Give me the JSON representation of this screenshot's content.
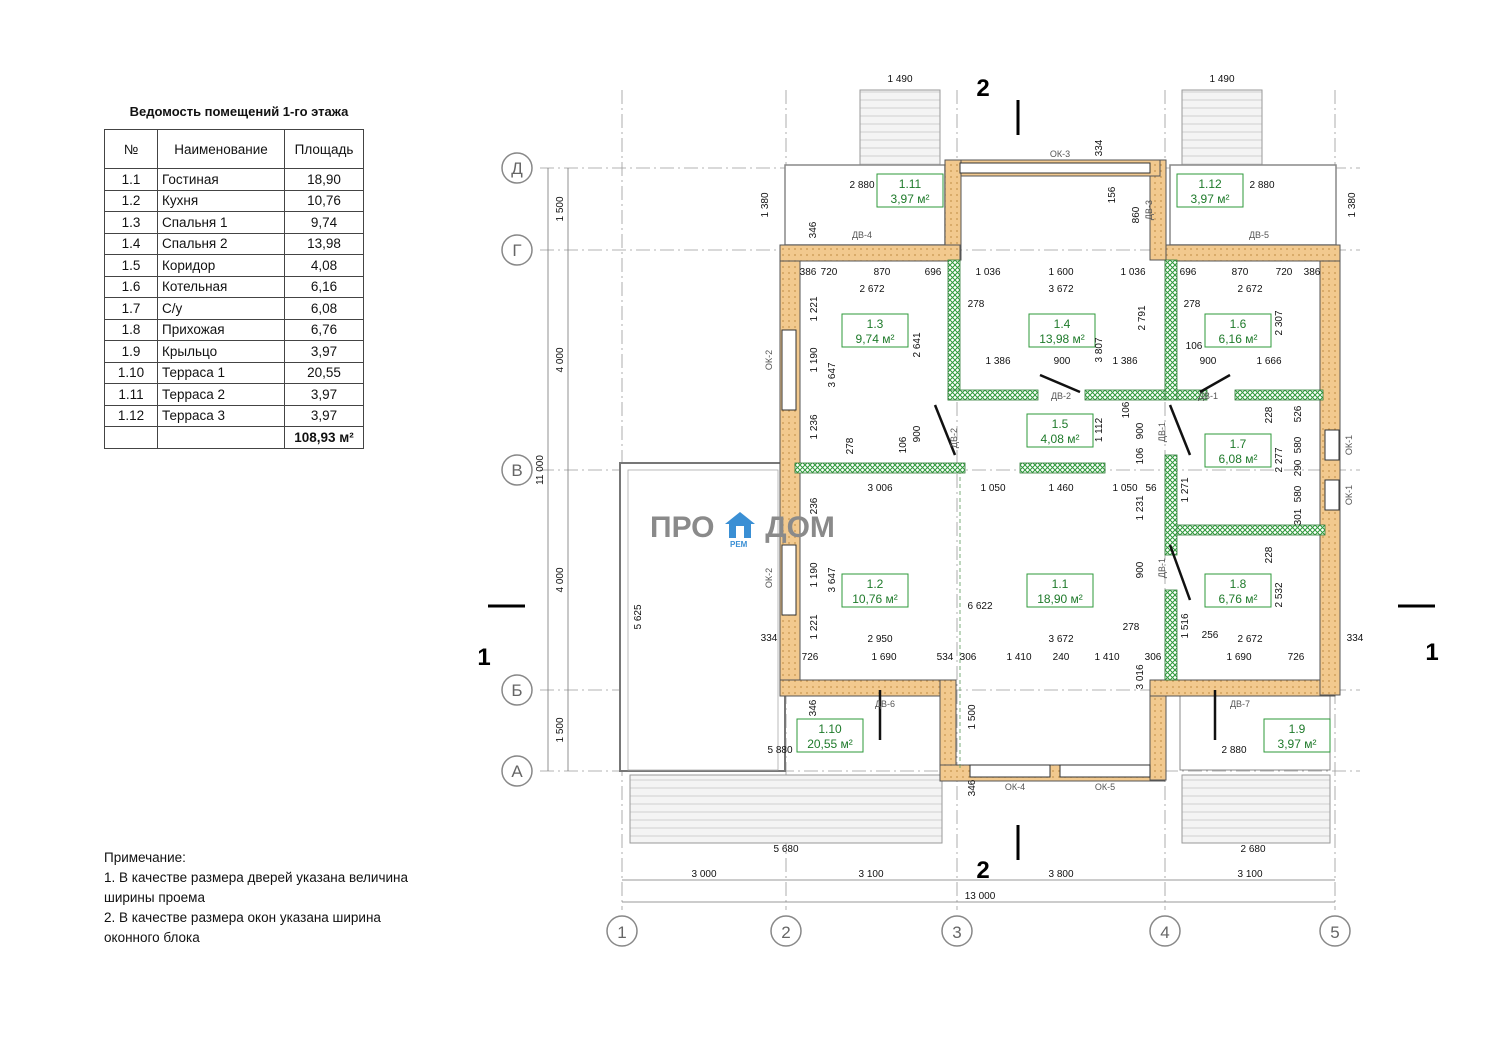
{
  "room_schedule": {
    "title": "Ведомость помещений 1-го этажа",
    "headers": {
      "num": "№",
      "name": "Наименование",
      "area": "Площадь"
    },
    "rows": [
      {
        "num": "1.1",
        "name": "Гостиная",
        "area": "18,90"
      },
      {
        "num": "1.2",
        "name": "Кухня",
        "area": "10,76"
      },
      {
        "num": "1.3",
        "name": "Спальня 1",
        "area": "9,74"
      },
      {
        "num": "1.4",
        "name": "Спальня 2",
        "area": "13,98"
      },
      {
        "num": "1.5",
        "name": "Коридор",
        "area": "4,08"
      },
      {
        "num": "1.6",
        "name": "Котельная",
        "area": "6,16"
      },
      {
        "num": "1.7",
        "name": "С/у",
        "area": "6,08"
      },
      {
        "num": "1.8",
        "name": "Прихожая",
        "area": "6,76"
      },
      {
        "num": "1.9",
        "name": "Крыльцо",
        "area": "3,97"
      },
      {
        "num": "1.10",
        "name": "Терраса 1",
        "area": "20,55"
      },
      {
        "num": "1.11",
        "name": "Терраса 2",
        "area": "3,97"
      },
      {
        "num": "1.12",
        "name": "Терраса 3",
        "area": "3,97"
      }
    ],
    "total": "108,93 м²"
  },
  "notes": {
    "title": "Примечание:",
    "items": [
      "1. В качестве размера дверей указана величина ширины проема",
      "2. В качестве размера окон указана ширина оконного блока"
    ]
  },
  "watermark": {
    "left": "ПРО",
    "right": "ДОМ",
    "sub": "РЕМ"
  },
  "plan": {
    "axes_vertical": [
      "1",
      "2",
      "3",
      "4",
      "5"
    ],
    "axes_horizontal": [
      "Д",
      "Г",
      "В",
      "Б",
      "А"
    ],
    "section_marks": [
      "2",
      "1"
    ],
    "bottom_spans": [
      "3 000",
      "3 100",
      "3 800",
      "3 100"
    ],
    "total_width": "13 000",
    "total_height": "11 000",
    "left_spans": [
      "1 500",
      "4 000",
      "4 000",
      "1 500"
    ],
    "rooms": [
      {
        "id": "1.1",
        "area": "18,90 м²"
      },
      {
        "id": "1.2",
        "area": "10,76 м²"
      },
      {
        "id": "1.3",
        "area": "9,74 м²"
      },
      {
        "id": "1.4",
        "area": "13,98 м²"
      },
      {
        "id": "1.5",
        "area": "4,08 м²"
      },
      {
        "id": "1.6",
        "area": "6,16 м²"
      },
      {
        "id": "1.7",
        "area": "6,08 м²"
      },
      {
        "id": "1.8",
        "area": "6,76 м²"
      },
      {
        "id": "1.9",
        "area": "3,97 м²"
      },
      {
        "id": "1.10",
        "area": "20,55 м²"
      },
      {
        "id": "1.11",
        "area": "3,97 м²"
      },
      {
        "id": "1.12",
        "area": "3,97 м²"
      }
    ],
    "openings": [
      "ОК-3",
      "ОК-2",
      "ОК-2",
      "ОК-1",
      "ОК-1",
      "ОК-4",
      "ОК-5",
      "ДВ-4",
      "ДВ-5",
      "ДВ-3",
      "ДВ-2",
      "ДВ-1",
      "ДВ-1",
      "ДВ-2",
      "ДВ-1",
      "ДВ-6",
      "ДВ-7"
    ],
    "dims": [
      "1 490",
      "1 490",
      "2 880",
      "2 880",
      "1 380",
      "1 380",
      "334",
      "346",
      "386",
      "720",
      "870",
      "696",
      "1 036",
      "1 600",
      "1 036",
      "696",
      "870",
      "720",
      "386",
      "2 672",
      "3 672",
      "2 672",
      "278",
      "278",
      "1 221",
      "1 190",
      "1 236",
      "3 647",
      "2 641",
      "3 807",
      "2 791",
      "2 307",
      "1 386",
      "900",
      "1 386",
      "106",
      "900",
      "1 666",
      "156",
      "860",
      "278",
      "106",
      "900",
      "1 112",
      "106",
      "900",
      "106",
      "228",
      "526",
      "580",
      "290",
      "580",
      "301",
      "2 277",
      "1 271",
      "3 006",
      "1 050",
      "1 460",
      "1 050",
      "56",
      "236",
      "1 190",
      "3 647",
      "1 221",
      "1 231",
      "900",
      "228",
      "2 532",
      "6 622",
      "278",
      "1 516",
      "256",
      "2 950",
      "3 672",
      "2 672",
      "334",
      "334",
      "726",
      "1 690",
      "534",
      "306",
      "1 410",
      "240",
      "1 410",
      "306",
      "1 690",
      "726",
      "3 016",
      "346",
      "1 500",
      "5 880",
      "2 880",
      "5 625",
      "346",
      "5 680",
      "2 680"
    ]
  }
}
